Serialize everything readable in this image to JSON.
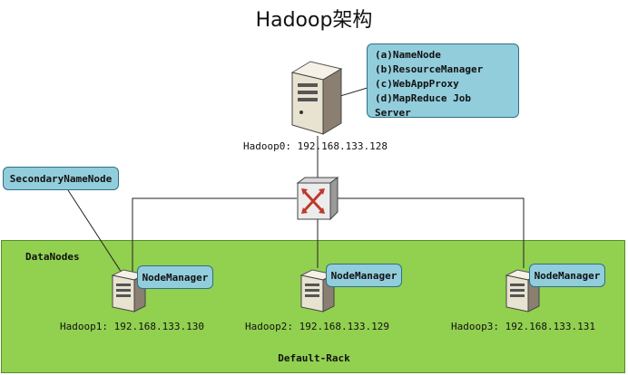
{
  "title": "Hadoop架构",
  "master": {
    "host_label": "Hadoop0: 192.168.133.128",
    "roles": [
      "(a)NameNode",
      "(b)ResourceManager",
      "(c)WebAppProxy",
      "(d)MapReduce Job Server"
    ]
  },
  "secondary_namenode": "SecondaryNameNode",
  "rack": {
    "datanodes_label": "DataNodes",
    "rack_label": "Default-Rack"
  },
  "slaves": [
    {
      "host_label": "Hadoop1: 192.168.133.130",
      "role": "NodeManager"
    },
    {
      "host_label": "Hadoop2: 192.168.133.129",
      "role": "NodeManager"
    },
    {
      "host_label": "Hadoop3: 192.168.133.131",
      "role": "NodeManager"
    }
  ],
  "colors": {
    "rack_fill": "#92d050",
    "callout_fill": "#92cddc",
    "switch_arrows": "#c0392b"
  }
}
